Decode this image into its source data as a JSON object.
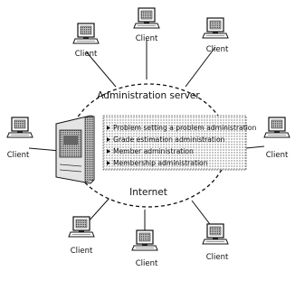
{
  "diagram": {
    "server_label": "Administration server",
    "network_label": "Internet",
    "client_label": "Client",
    "functions": [
      "Problem setting a problem administration",
      "Grade estimation administration",
      "Member administration",
      "Membership administration"
    ]
  }
}
